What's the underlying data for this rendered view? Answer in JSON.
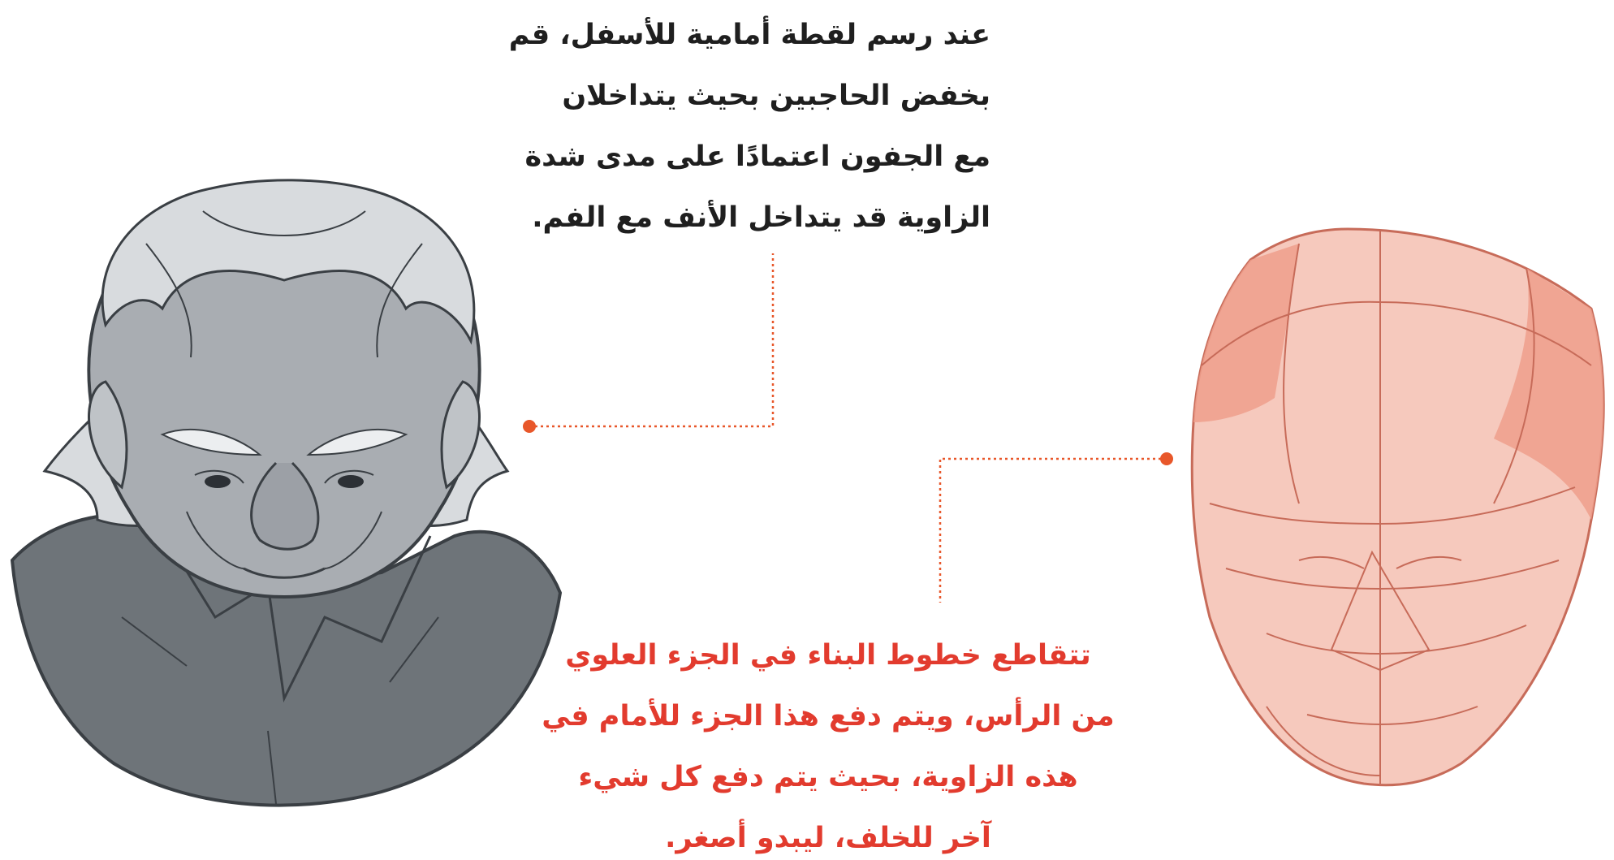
{
  "annotations": {
    "top": {
      "lines": [
        "عند رسم لقطة أمامية للأسفل، قم",
        "بخفض الحاجبين بحيث يتداخلان",
        "مع الجفون اعتمادًا على مدى شدة",
        "الزاوية قد يتداخل الأنف مع الفم."
      ]
    },
    "bottom": {
      "lines": [
        "تتقاطع خطوط البناء في الجزء العلوي",
        "من الرأس، ويتم دفع هذا الجزء للأمام في",
        "هذه الزاوية، بحيث يتم دفع كل شيء",
        "آخر للخلف، ليبدو أصغر."
      ]
    }
  },
  "colors": {
    "top_text": "#1f1f1f",
    "bottom_text": "#e23b2e",
    "leader_line": "#e8572a",
    "character_skin": "#a9adb2",
    "character_hair": "#d8dbde",
    "character_shirt": "#6e7479",
    "character_outline": "#3a3f44",
    "construction_fill": "#f6c9bd",
    "construction_dark": "#ee9f8c",
    "construction_line": "#c76b59"
  }
}
